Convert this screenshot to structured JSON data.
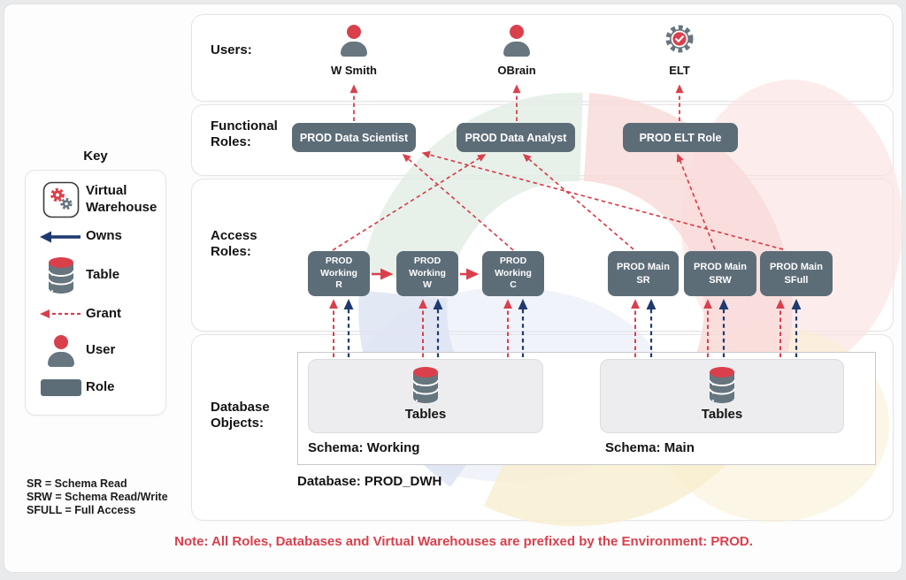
{
  "key": {
    "title": "Key",
    "items": [
      {
        "icon": "virtual-warehouse-icon",
        "label": "Virtual\nWarehouse"
      },
      {
        "icon": "owns-arrow-icon",
        "label": "Owns"
      },
      {
        "icon": "table-icon",
        "label": "Table"
      },
      {
        "icon": "grant-arrow-icon",
        "label": "Grant"
      },
      {
        "icon": "user-icon",
        "label": "User"
      },
      {
        "icon": "role-icon",
        "label": "Role"
      }
    ]
  },
  "sections": {
    "users": "Users:",
    "functional": "Functional\nRoles:",
    "access": "Access\nRoles:",
    "database": "Database\nObjects:"
  },
  "users": [
    {
      "name": "W Smith",
      "icon": "person-icon"
    },
    {
      "name": "OBrain",
      "icon": "person-icon"
    },
    {
      "name": "ELT",
      "icon": "gear-check-icon"
    }
  ],
  "functional_roles": [
    {
      "label": "PROD Data Scientist"
    },
    {
      "label": "PROD Data Analyst"
    },
    {
      "label": "PROD ELT Role"
    }
  ],
  "access_roles": [
    {
      "label": "PROD\nWorking\nR"
    },
    {
      "label": "PROD\nWorking\nW"
    },
    {
      "label": "PROD\nWorking\nC"
    },
    {
      "label": "PROD Main\nSR"
    },
    {
      "label": "PROD Main\nSRW"
    },
    {
      "label": "PROD Main\nSFull"
    }
  ],
  "database": {
    "label": "Database: PROD_DWH",
    "schemas": [
      {
        "label": "Schema: Working",
        "object_label": "Tables"
      },
      {
        "label": "Schema: Main",
        "object_label": "Tables"
      }
    ]
  },
  "abbreviations": [
    "SR = Schema Read",
    "SRW = Schema Read/Write",
    "SFULL = Full Access"
  ],
  "note": "Note: All Roles, Databases and Virtual Warehouses are prefixed by the Environment: PROD.",
  "colors": {
    "role_box": "#5d6d78",
    "accent_red": "#d9404c",
    "owns_navy": "#1f3a70",
    "icon_gray": "#66757e"
  }
}
